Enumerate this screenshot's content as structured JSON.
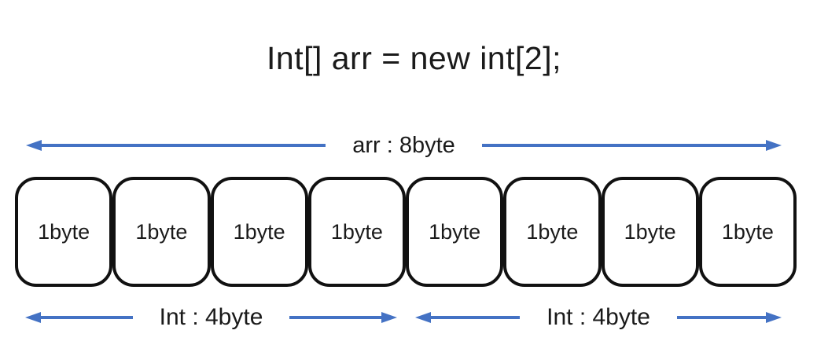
{
  "title": "Int[] arr = new int[2];",
  "measures": {
    "total": {
      "label": "arr : 8byte"
    },
    "int_left": {
      "label": "Int : 4byte"
    },
    "int_right": {
      "label": "Int : 4byte"
    }
  },
  "cells": [
    {
      "label": "1byte"
    },
    {
      "label": "1byte"
    },
    {
      "label": "1byte"
    },
    {
      "label": "1byte"
    },
    {
      "label": "1byte"
    },
    {
      "label": "1byte"
    },
    {
      "label": "1byte"
    },
    {
      "label": "1byte"
    }
  ],
  "colors": {
    "arrow": "#4472C4",
    "box_border": "#111111",
    "text": "#1a1a1a",
    "background": "#ffffff"
  }
}
